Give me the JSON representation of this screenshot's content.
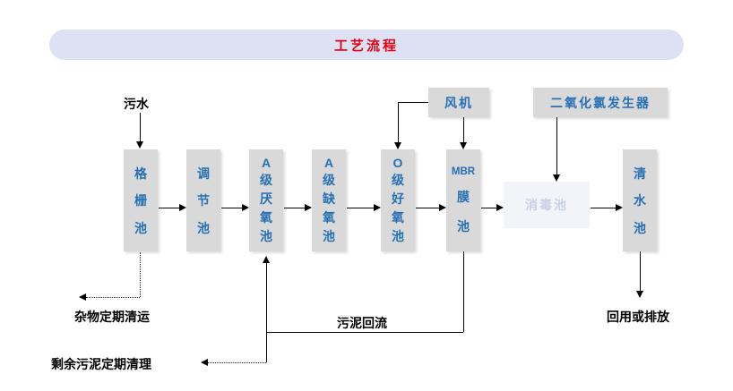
{
  "header": {
    "title": "工艺流程"
  },
  "flow_labels": {
    "influent": "污水",
    "debris_removal": "杂物定期清运",
    "sludge_return": "污泥回流",
    "excess_sludge": "剩余污泥定期清理",
    "effluent": "回用或排放"
  },
  "equipment": {
    "blower": "风机",
    "chlorine_dioxide_generator": "二氧化氯发生器"
  },
  "tanks": [
    {
      "id": "grid-tank",
      "name": "格栅池",
      "lines": [
        "格",
        "栅",
        "池"
      ]
    },
    {
      "id": "regulating-tank",
      "name": "调节池",
      "lines": [
        "调",
        "节",
        "池"
      ]
    },
    {
      "id": "a-anaerobic-tank",
      "name": "A级厌氧池",
      "lines": [
        "A",
        "级",
        "厌",
        "氧",
        "池"
      ]
    },
    {
      "id": "a-anoxic-tank",
      "name": "A级缺氧池",
      "lines": [
        "A",
        "级",
        "缺",
        "氧",
        "池"
      ]
    },
    {
      "id": "o-aerobic-tank",
      "name": "O级好氧池",
      "lines": [
        "O",
        "级",
        "好",
        "氧",
        "池"
      ]
    },
    {
      "id": "mbr-tank",
      "name": "MBR膜池",
      "lines": [
        "MBR",
        "膜",
        "池"
      ]
    },
    {
      "id": "disinfection-tank",
      "name": "消毒池",
      "label": "消毒池"
    },
    {
      "id": "clear-water-tank",
      "name": "清水池",
      "lines": [
        "清",
        "水",
        "池"
      ]
    }
  ],
  "colors": {
    "banner_bg": "#dce2f4",
    "banner_text": "#e60012",
    "tank_bg": "#d9d9d9",
    "tank_text": "#2770b4",
    "disinfection_bg": "#f2f4fa",
    "disinfection_text": "#c9d0e4",
    "line": "#000000"
  }
}
